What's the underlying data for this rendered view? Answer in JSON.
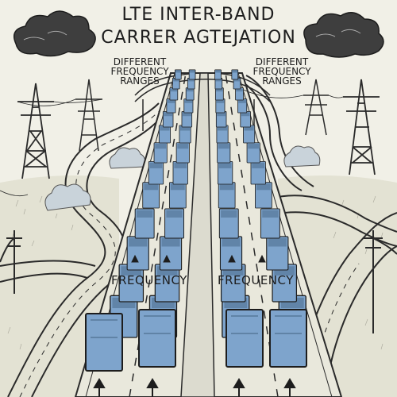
{
  "title": {
    "line1": "LTE INTER-BAND",
    "line2": "CARRER AGTEJATION"
  },
  "labels": {
    "left": [
      "DIFFERENT",
      "FREQUENCY",
      "RANGES"
    ],
    "right": [
      "DIFFERENT",
      "FREQUENCY",
      "RANGES"
    ]
  },
  "road_labels": {
    "left": "FREQUENCY",
    "right": "FREQUENCY"
  },
  "colors": {
    "background": "#f1f0e7",
    "ink": "#1d1d1d",
    "vehicle": "#7ea4cc",
    "vehicle_dark": "#4f6f8f",
    "road": "#e9e8dc",
    "grass": "#d9d8c7",
    "cloud": "#4a4a4a"
  },
  "icons": [
    "cloud-icon",
    "pylon-icon",
    "truck-icon",
    "arrow-up-icon"
  ]
}
